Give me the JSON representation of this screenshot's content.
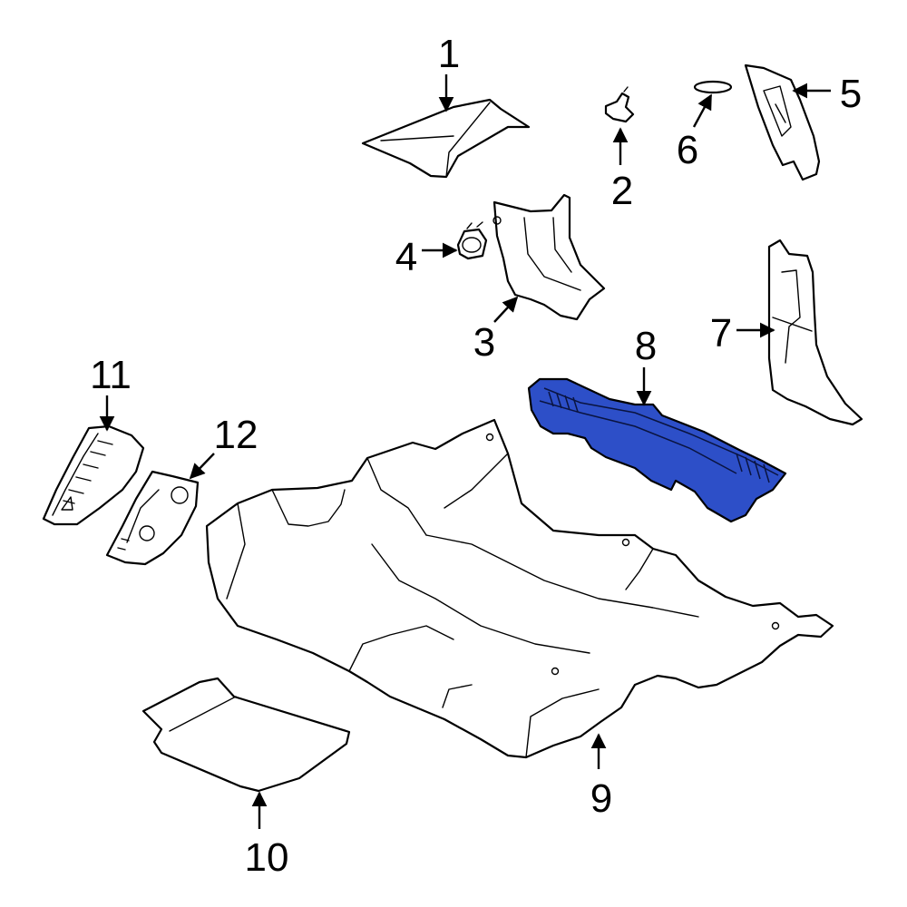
{
  "colors": {
    "highlight": "#2d4fc8",
    "outline": "#000000",
    "background": "#ffffff"
  },
  "callouts": [
    {
      "id": "1",
      "label": "1"
    },
    {
      "id": "2",
      "label": "2"
    },
    {
      "id": "3",
      "label": "3"
    },
    {
      "id": "4",
      "label": "4"
    },
    {
      "id": "5",
      "label": "5"
    },
    {
      "id": "6",
      "label": "6"
    },
    {
      "id": "7",
      "label": "7"
    },
    {
      "id": "8",
      "label": "8"
    },
    {
      "id": "9",
      "label": "9"
    },
    {
      "id": "10",
      "label": "10"
    },
    {
      "id": "11",
      "label": "11"
    },
    {
      "id": "12",
      "label": "12"
    }
  ],
  "highlighted_part": "8"
}
